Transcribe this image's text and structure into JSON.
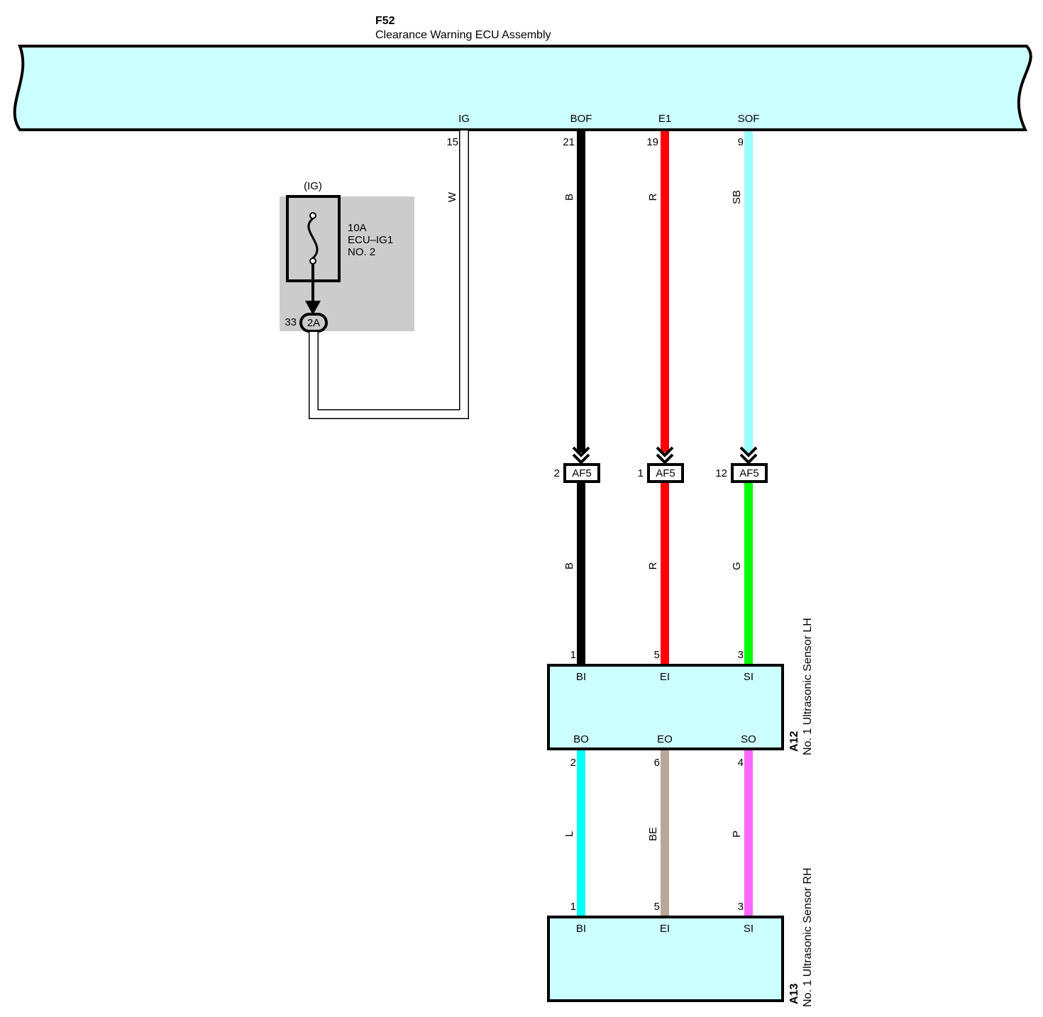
{
  "ecu": {
    "code": "F52",
    "name": "Clearance Warning ECU Assembly",
    "fill": "#ccffff",
    "pins": [
      {
        "label": "IG",
        "number": "15"
      },
      {
        "label": "BOF",
        "number": "21"
      },
      {
        "label": "E1",
        "number": "19"
      },
      {
        "label": "SOF",
        "number": "9"
      }
    ]
  },
  "fuse": {
    "circuit": "(IG)",
    "rating": "10A",
    "name": "ECU–IG1",
    "number": "NO. 2",
    "connector": "2A",
    "connector_pin": "33",
    "panel_fill": "#cccccc"
  },
  "wire_ig": {
    "color_code": "W",
    "color": "#ffffff"
  },
  "upper_wires": [
    {
      "color_code": "B",
      "color": "#000000"
    },
    {
      "color_code": "R",
      "color": "#ff0000"
    },
    {
      "color_code": "SB",
      "color": "#99ffff"
    }
  ],
  "junction": {
    "connector": "AF5",
    "pins": [
      "2",
      "1",
      "12"
    ]
  },
  "middle_wires": [
    {
      "color_code": "B",
      "color": "#000000"
    },
    {
      "color_code": "R",
      "color": "#ff0000"
    },
    {
      "color_code": "G",
      "color": "#00ff00"
    }
  ],
  "sensor_lh": {
    "code": "A12",
    "name": "No. 1 Ultrasonic Sensor LH",
    "fill": "#ccffff",
    "in_pins": [
      {
        "label": "BI",
        "number": "1"
      },
      {
        "label": "EI",
        "number": "5"
      },
      {
        "label": "SI",
        "number": "3"
      }
    ],
    "out_pins": [
      {
        "label": "BO",
        "number": "2"
      },
      {
        "label": "EO",
        "number": "6"
      },
      {
        "label": "SO",
        "number": "4"
      }
    ]
  },
  "lower_wires": [
    {
      "color_code": "L",
      "color": "#00ffff"
    },
    {
      "color_code": "BE",
      "color": "#b8a898"
    },
    {
      "color_code": "P",
      "color": "#ff66ff"
    }
  ],
  "sensor_rh": {
    "code": "A13",
    "name": "No. 1 Ultrasonic Sensor RH",
    "fill": "#ccffff",
    "in_pins": [
      {
        "label": "BI",
        "number": "1"
      },
      {
        "label": "EI",
        "number": "5"
      },
      {
        "label": "SI",
        "number": "3"
      }
    ]
  }
}
